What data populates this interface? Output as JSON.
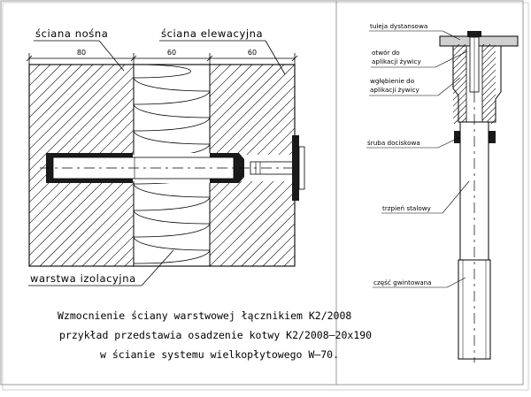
{
  "left_panel": {
    "label_bearing_wall": "ściana nośna",
    "label_facade_wall": "ściana elewacyjna",
    "label_insulation": "warstwa izolacyjna",
    "dimensions": [
      "80",
      "60",
      "60"
    ],
    "caption_lines": [
      "Wzmocnienie ściany warstwowej łącznikiem K2/2008",
      "przykład przedstawia osadzenie kotwy K2/2008–20x190",
      "w ścianie systemu wielkopłytowego W–70."
    ]
  },
  "right_panel": {
    "labels": {
      "spacer_sleeve": "tuleja dystansowa",
      "resin_hole": [
        "otwór do",
        "aplikacji żywicy"
      ],
      "resin_recess": [
        "wgłębienie do",
        "aplikacji żywicy"
      ],
      "pressure_screw": "śruba dociskowa",
      "steel_shaft": "trzpień stalowy",
      "threaded_part": "część gwintowana"
    }
  },
  "colors": {
    "line": "#000000",
    "frame": "#9a9a9a",
    "fill_black": "#1a1a1a",
    "fill_grey": "#d0d0d0"
  }
}
